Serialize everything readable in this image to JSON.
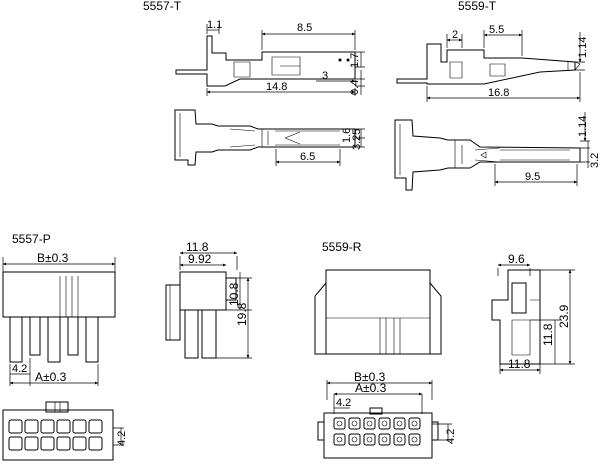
{
  "parts": {
    "t5557": {
      "name": "5557-T",
      "dims": {
        "d1": "1.1",
        "d2": "8.5",
        "d3": "1.7",
        "d4": "3",
        "d5": "0.4",
        "d6": "14.8",
        "d7": "1.6",
        "d8": "3.25",
        "d9": "6.5"
      }
    },
    "t5559": {
      "name": "5559-T",
      "dims": {
        "d1": "2",
        "d2": "5.5",
        "d3": "1.14",
        "d4": "16.8",
        "d5": "1.14",
        "d6": "3.2",
        "d7": "9.5"
      }
    },
    "p5557": {
      "name": "5557-P",
      "dims": {
        "b": "B±0.3",
        "a": "A±0.3",
        "pitch": "4.2",
        "h": "4.2"
      }
    },
    "side5557": {
      "dims": {
        "w1": "11.8",
        "w2": "9.92",
        "h1": "10.8",
        "h2": "19.8"
      }
    },
    "r5559": {
      "name": "5559-R",
      "dims": {
        "b": "B±0.3",
        "a": "A±0.3",
        "pitch": "4.2",
        "h": "4.2"
      }
    },
    "side5559": {
      "dims": {
        "w1": "9.6",
        "h1": "23.9",
        "h2": "11.8",
        "w2": "11.8"
      }
    }
  }
}
